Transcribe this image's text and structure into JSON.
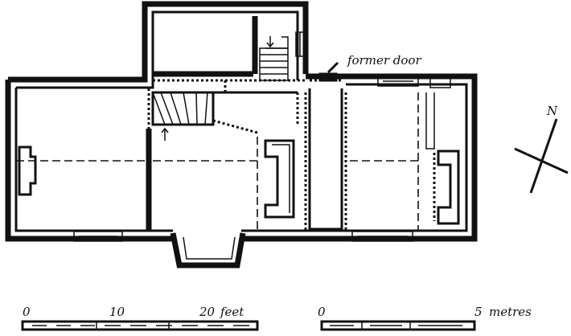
{
  "annotation": {
    "former_door": "former door"
  },
  "north": {
    "label": "N"
  },
  "scale_feet": {
    "ticks": [
      "0",
      "10",
      "20"
    ],
    "unit": "feet"
  },
  "scale_metres": {
    "ticks": [
      "0",
      "5"
    ],
    "unit": "metres"
  }
}
